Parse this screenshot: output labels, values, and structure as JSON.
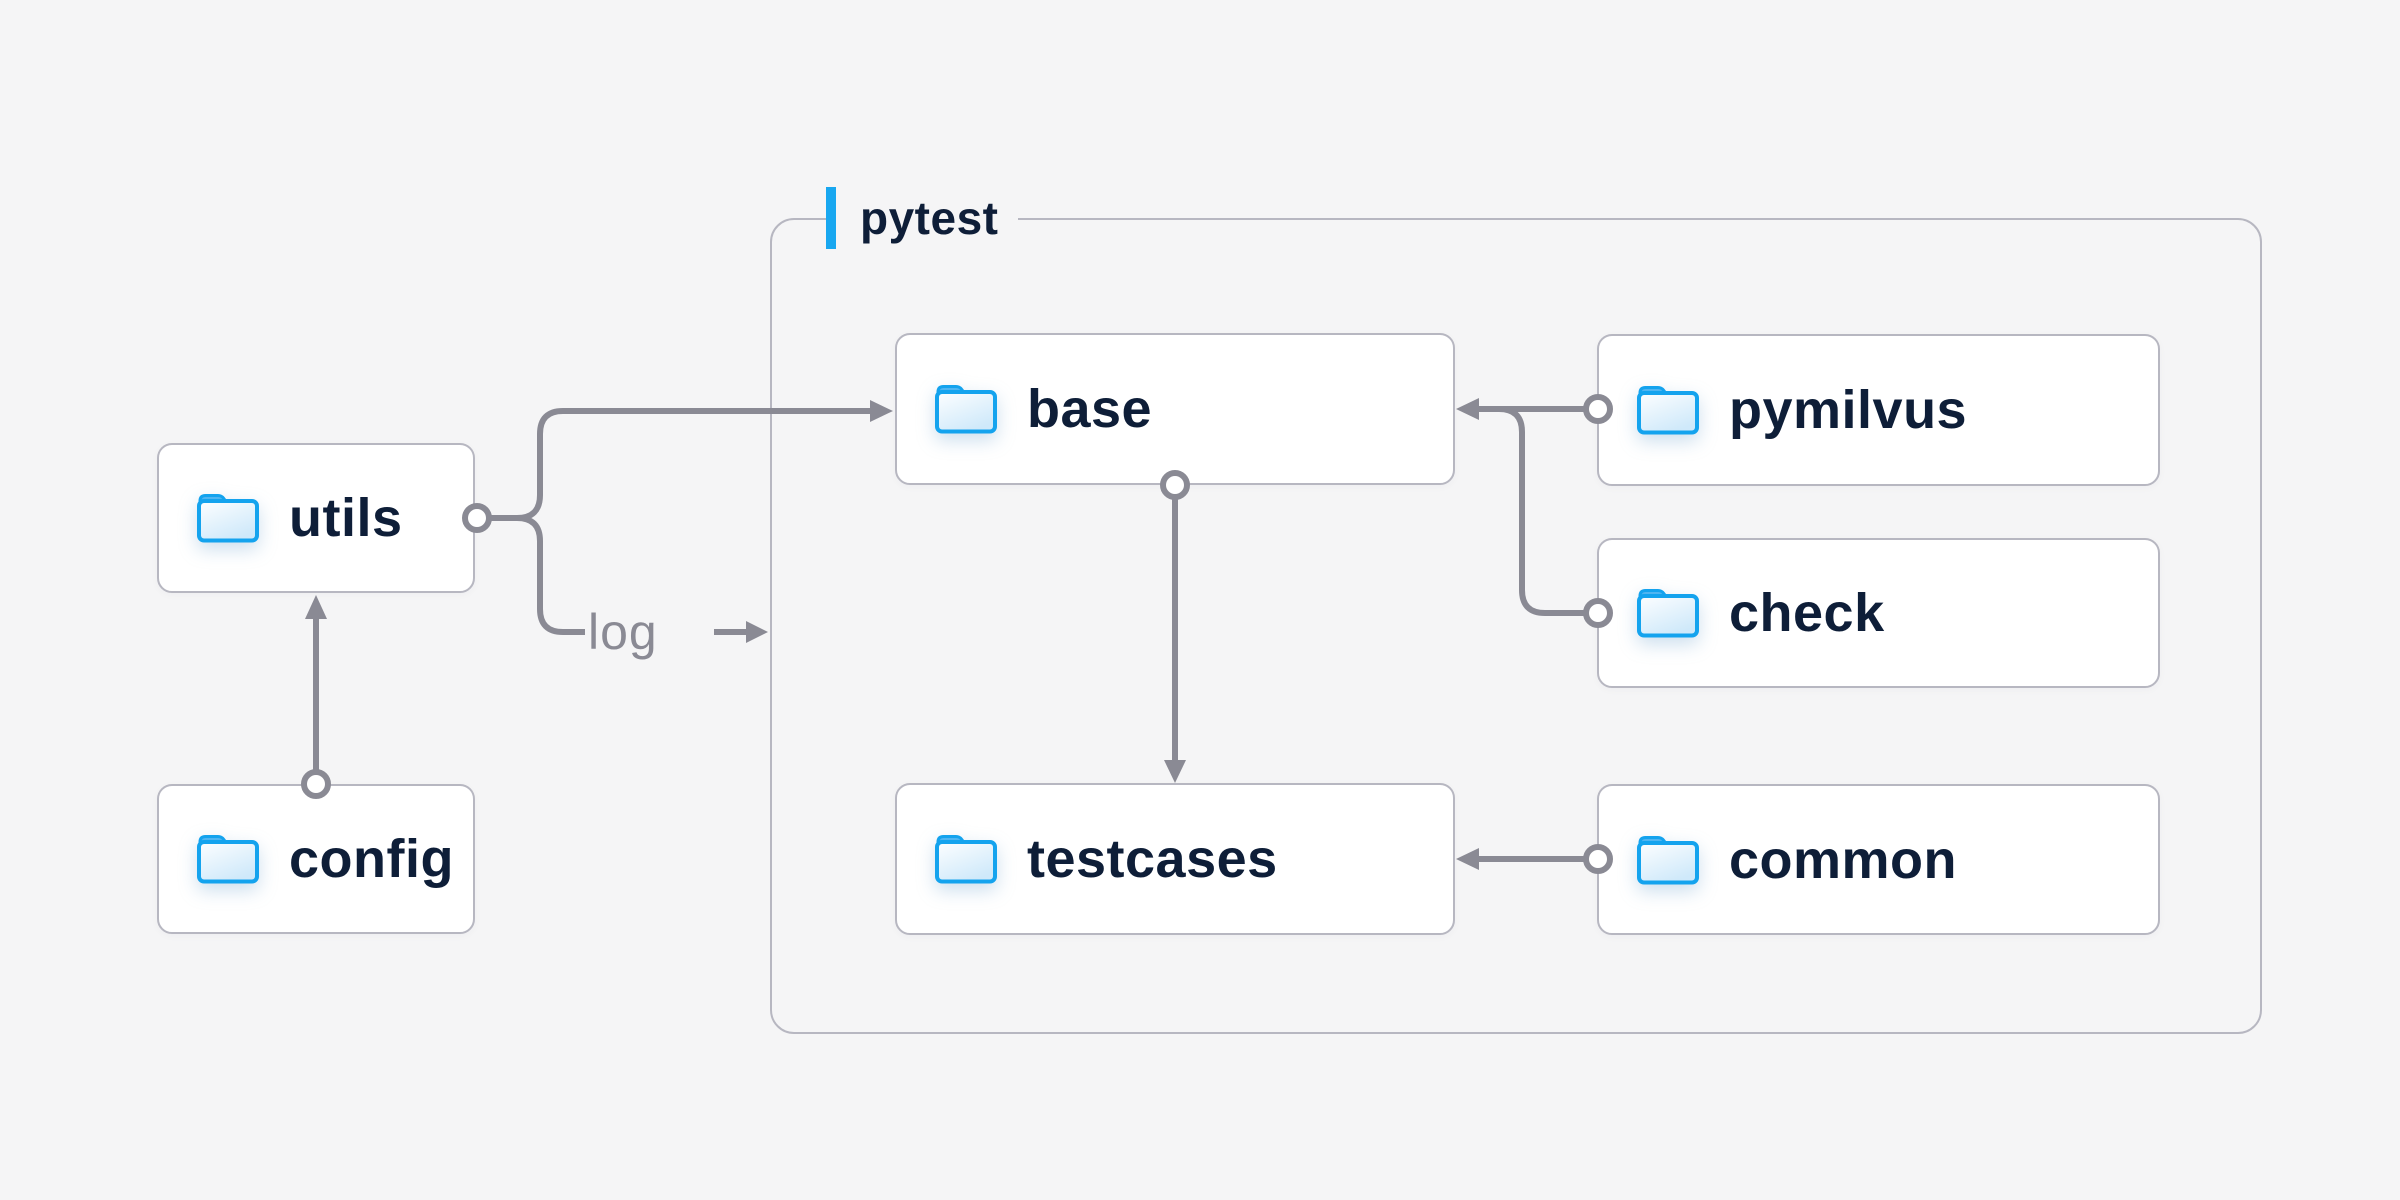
{
  "diagram": {
    "container": {
      "label": "pytest"
    },
    "edge_label": "log",
    "nodes": {
      "utils": {
        "label": "utils",
        "icon": "folder-icon",
        "inside_container": false
      },
      "config": {
        "label": "config",
        "icon": "folder-icon",
        "inside_container": false
      },
      "base": {
        "label": "base",
        "icon": "folder-icon",
        "inside_container": true
      },
      "pymilvus": {
        "label": "pymilvus",
        "icon": "folder-icon",
        "inside_container": false
      },
      "check": {
        "label": "check",
        "icon": "folder-icon",
        "inside_container": false
      },
      "testcases": {
        "label": "testcases",
        "icon": "folder-icon",
        "inside_container": true
      },
      "common": {
        "label": "common",
        "icon": "folder-icon",
        "inside_container": false
      }
    },
    "edges": [
      {
        "from": "config",
        "to": "utils",
        "type": "arrow"
      },
      {
        "from": "utils",
        "to": "base",
        "type": "arrow"
      },
      {
        "from": "utils",
        "to": "pytest",
        "type": "arrow",
        "label": "log"
      },
      {
        "from": "pymilvus",
        "to": "base",
        "type": "arrow"
      },
      {
        "from": "check",
        "to": "base",
        "type": "arrow"
      },
      {
        "from": "base",
        "to": "testcases",
        "type": "arrow"
      },
      {
        "from": "common",
        "to": "testcases",
        "type": "arrow"
      }
    ],
    "colors": {
      "background": "#F5F5F6",
      "node_background": "#FFFFFF",
      "node_border": "#B7B7C1",
      "container_border": "#B7B7C1",
      "connector": "#8A8A94",
      "label_text": "#0E1E38",
      "edge_label_text": "#8A8A94",
      "accent_blue": "#18A7F0",
      "folder_stroke": "#14A3EE",
      "folder_tab": "#4FB5F1",
      "folder_fill_light": "#D2E9FA"
    }
  }
}
